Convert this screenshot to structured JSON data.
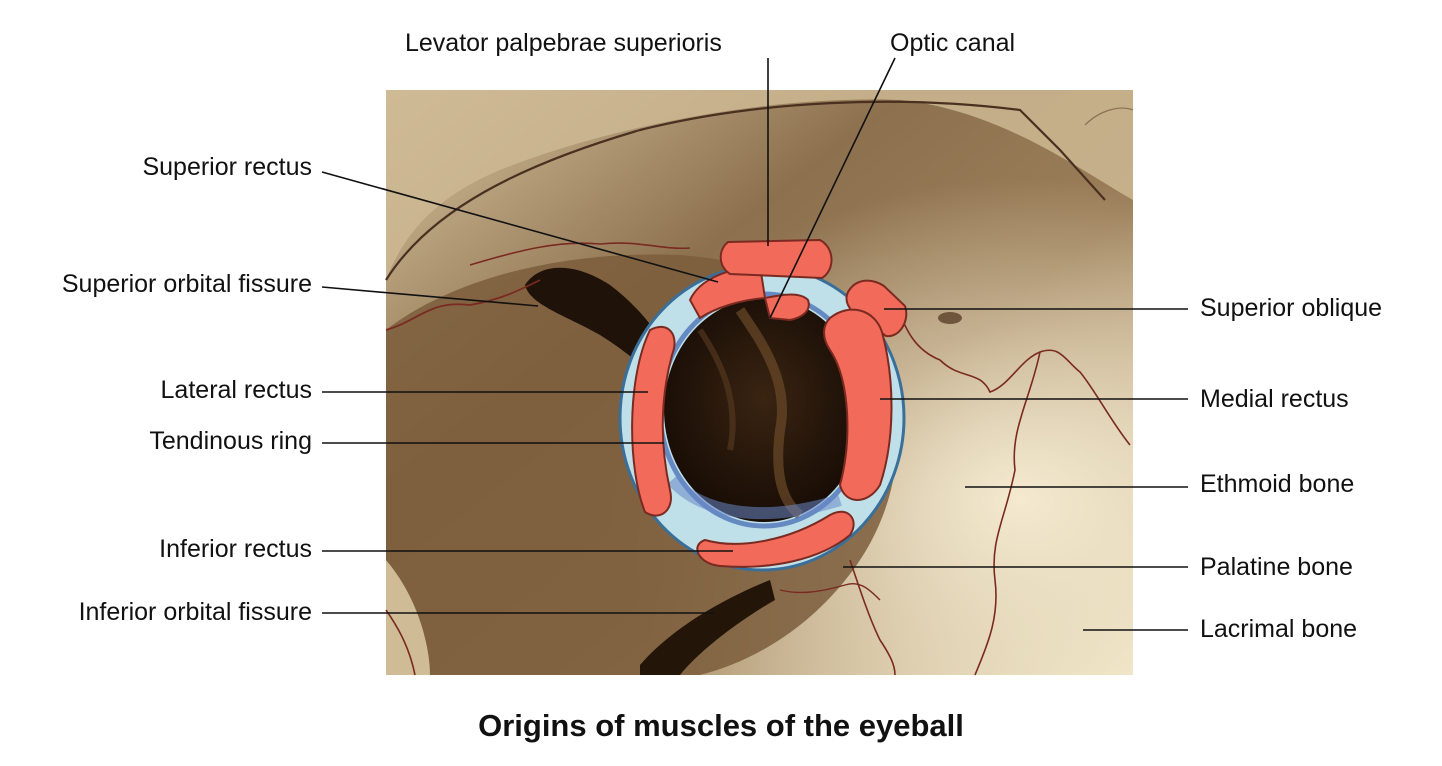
{
  "title": "Origins of muscles of the eyeball",
  "labels": {
    "levator_palpebrae": "Levator palpebrae superioris",
    "optic_canal": "Optic canal",
    "superior_rectus": "Superior rectus",
    "superior_orbital_fissure": "Superior orbital fissure",
    "lateral_rectus": "Lateral rectus",
    "tendinous_ring": "Tendinous ring",
    "inferior_rectus": "Inferior rectus",
    "inferior_orbital_fissure": "Inferior orbital fissure",
    "superior_oblique": "Superior oblique",
    "medial_rectus": "Medial rectus",
    "ethmoid_bone": "Ethmoid bone",
    "palatine_bone": "Palatine bone",
    "lacrimal_bone": "Lacrimal bone"
  },
  "colors": {
    "bone_dark": "#6e5338",
    "bone_light": "#efe2bf",
    "muscle": "#f26a5a",
    "ring": "#b9dde6",
    "suture": "#7a2a20"
  }
}
